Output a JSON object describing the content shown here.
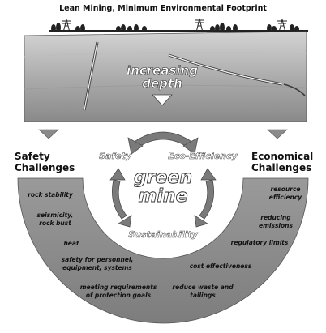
{
  "header": {
    "title": "Lean Mining, Minimum Environmental Footprint"
  },
  "cross_section": {
    "depth_label_line1": "increasing",
    "depth_label_line2": "depth"
  },
  "challenges": {
    "safety_title_line1": "Safety",
    "safety_title_line2": "Challenges",
    "economical_title_line1": "Economical",
    "economical_title_line2": "Challenges"
  },
  "cycle": {
    "safety": "Safety",
    "eco_efficiency": "Eco-Efficiency",
    "sustainability": "Sustainability",
    "center_line1": "green",
    "center_line2": "mine"
  },
  "safety_items": [
    {
      "lines": [
        "rock stability"
      ]
    },
    {
      "lines": [
        "seismicity,",
        "rock bust"
      ]
    },
    {
      "lines": [
        "heat"
      ]
    },
    {
      "lines": [
        "safety for personnel,",
        "equipment, systems"
      ]
    },
    {
      "lines": [
        "meeting requirements",
        "of protection goals"
      ]
    }
  ],
  "economic_items": [
    {
      "lines": [
        "resource",
        "efficiency"
      ]
    },
    {
      "lines": [
        "reducing",
        "emissions"
      ]
    },
    {
      "lines": [
        "regulatory limits"
      ]
    },
    {
      "lines": [
        "cost effectiveness"
      ]
    },
    {
      "lines": [
        "reduce waste and",
        "tailings"
      ]
    }
  ],
  "colors": {
    "ground_top": "#c9c9c9",
    "ground_bottom": "#8f8f8f",
    "ring": "#8c8c8c",
    "arrow": "#7a7a7a",
    "dark_text": "#111111",
    "white": "#ffffff"
  },
  "icons": [
    "tree-icon",
    "power-pylon-icon",
    "drill-hole-icon",
    "down-arrow-icon",
    "cycle-arrow-icon"
  ]
}
